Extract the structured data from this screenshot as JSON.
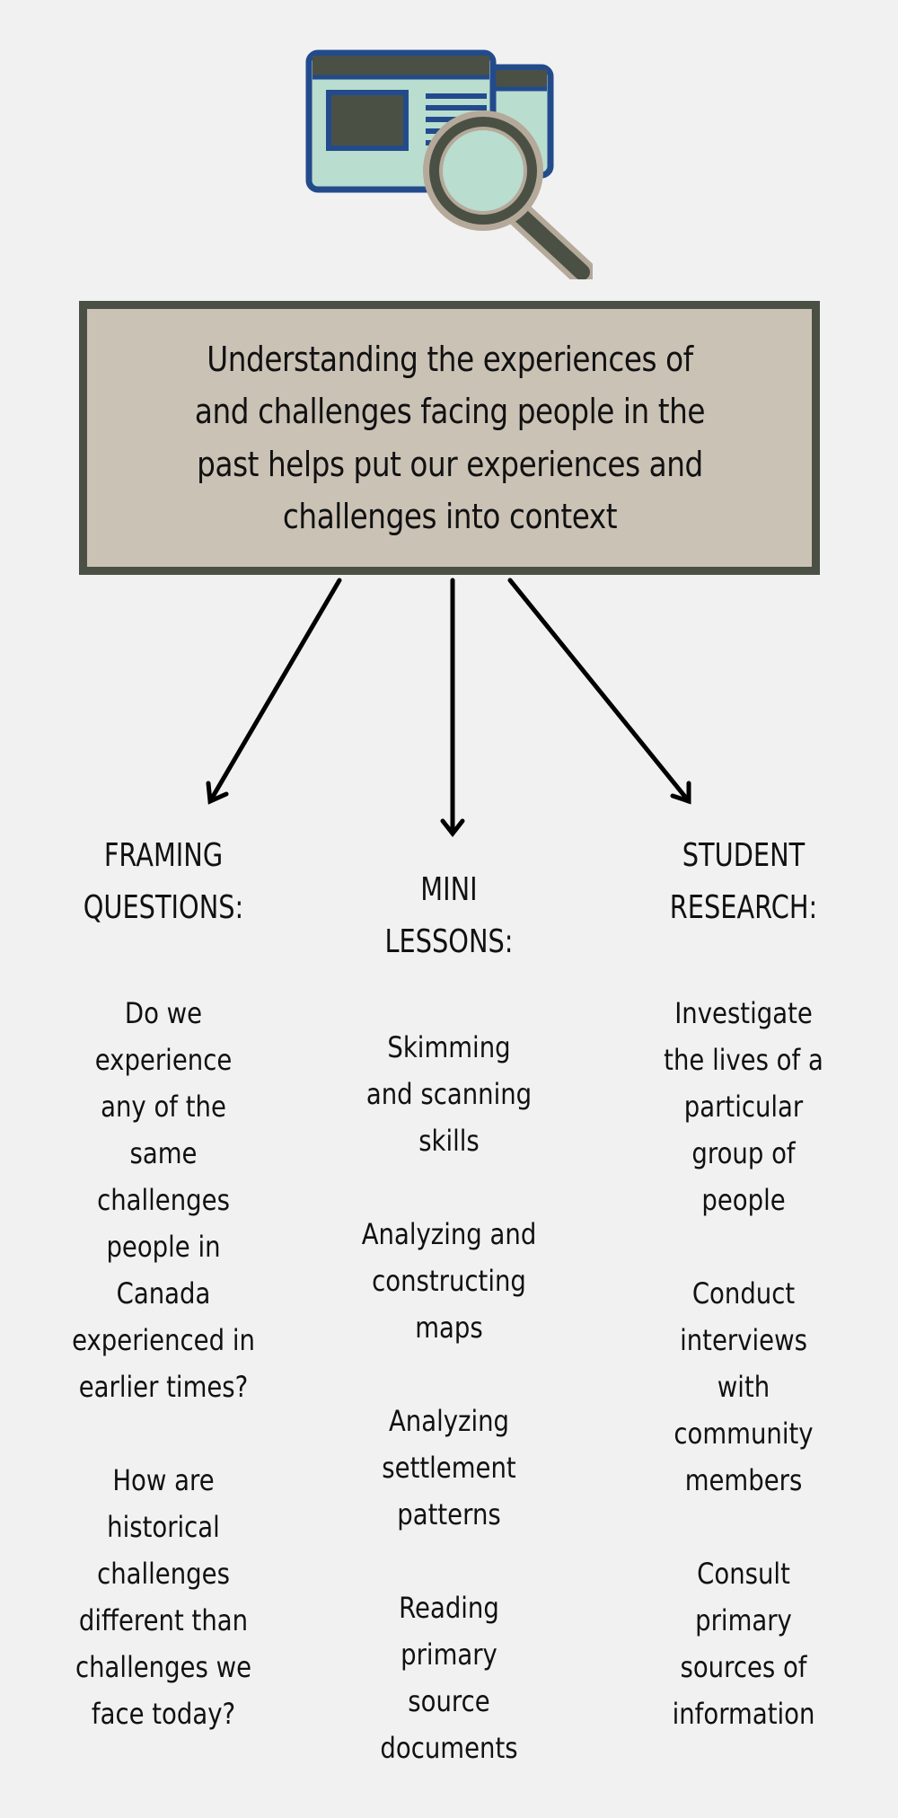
{
  "icon": {
    "name": "web-page-magnifier-icon",
    "colors": {
      "frame": "#234b8c",
      "fill": "#b9ddcf",
      "dark": "#4b5045",
      "lens_rim": "#b5a99a"
    }
  },
  "main_statement": {
    "lines": [
      "Understanding the experiences of",
      "and challenges facing people in the",
      "past helps put our experiences and",
      "challenges into context"
    ],
    "colors": {
      "background": "#cbc2b6",
      "border": "#4b5045"
    }
  },
  "columns": [
    {
      "heading": [
        "FRAMING",
        "QUESTIONS:"
      ],
      "items": [
        [
          "Do we",
          "experience",
          "any of the",
          "same",
          "challenges",
          "people in",
          "Canada",
          "experienced in",
          "earlier times?"
        ],
        [
          "How are",
          "historical",
          "challenges",
          "different than",
          "challenges we",
          "face today?"
        ]
      ]
    },
    {
      "heading": [
        "MINI",
        "LESSONS:"
      ],
      "items": [
        [
          "Skimming",
          "and scanning",
          "skills"
        ],
        [
          "Analyzing and",
          "constructing",
          "maps"
        ],
        [
          "Analyzing",
          "settlement",
          "patterns"
        ],
        [
          "Reading",
          "primary",
          "source",
          "documents"
        ]
      ]
    },
    {
      "heading": [
        "STUDENT",
        "RESEARCH:"
      ],
      "items": [
        [
          "Investigate",
          "the lives of a",
          "particular",
          "group of",
          "people"
        ],
        [
          "Conduct",
          "interviews",
          "with",
          "community",
          "members"
        ],
        [
          "Consult",
          "primary",
          "sources of",
          "information"
        ]
      ]
    }
  ],
  "page": {
    "background": "#f1f1f1",
    "text_color": "#111111",
    "arrow_color": "#000000"
  }
}
